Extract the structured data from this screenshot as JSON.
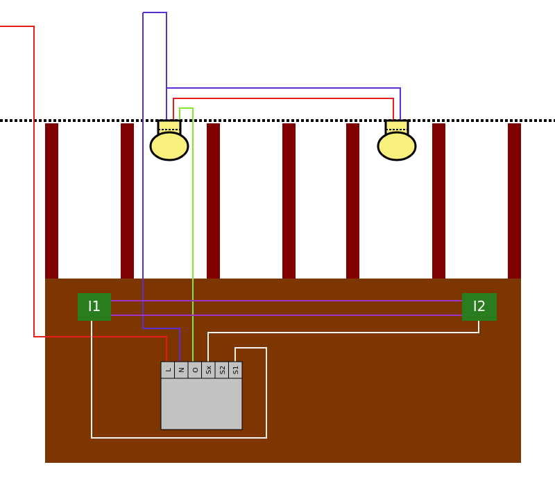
{
  "colors": {
    "wall": "#7d3600",
    "studs": "#7e0000",
    "live_wire": "#e81c1c",
    "neutral_wire": "#5b2fd6",
    "output_wire": "#80e832",
    "interconnect_wire": "#a034c8",
    "switch_leg_wire": "#f4f4f4",
    "switch_box": "#2a7d1e",
    "module_body": "#c2c2c2",
    "bulb": "#f9ef7c"
  },
  "switches": [
    {
      "label": "I1"
    },
    {
      "label": "I2"
    }
  ],
  "module": {
    "terminals": [
      "L",
      "N",
      "O",
      "Sx",
      "S2",
      "S1"
    ]
  },
  "lamps": [
    {
      "icon": "light-bulb-icon"
    },
    {
      "icon": "light-bulb-icon"
    }
  ]
}
